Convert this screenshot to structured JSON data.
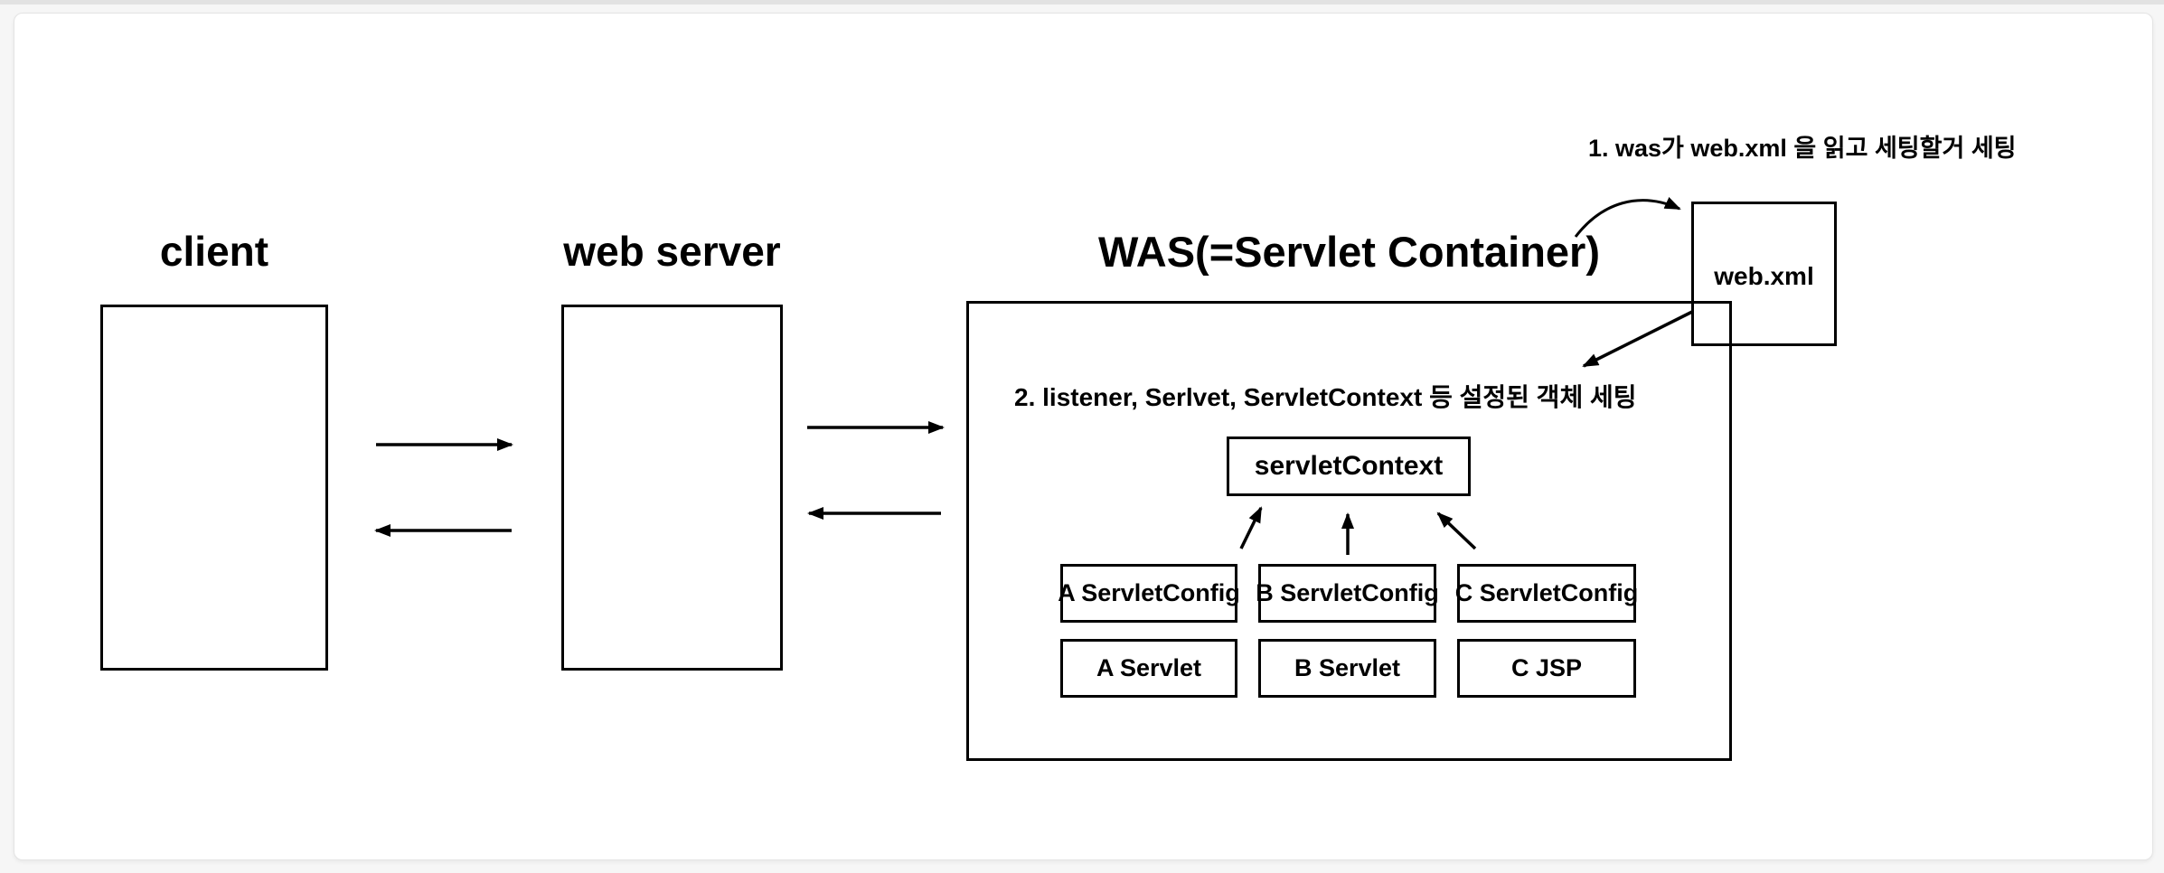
{
  "page": {
    "background_color": "#f6f6f6",
    "card_color": "#ffffff",
    "line_color": "#000000"
  },
  "nodes": {
    "client": {
      "label": "client"
    },
    "web_server": {
      "label": "web server"
    },
    "was": {
      "title": "WAS(=Servlet Container)"
    },
    "web_xml": {
      "label": "web.xml"
    },
    "servlet_context": {
      "label": "servletContext"
    }
  },
  "annotations": {
    "note1": "1. was가 web.xml 을 읽고 세팅할거 세팅",
    "note2": "2. listener, Serlvet, ServletContext 등 설정된 객체 세팅"
  },
  "was_contents": {
    "config_row": [
      {
        "label": "A ServletConfig"
      },
      {
        "label": "B ServletConfig"
      },
      {
        "label": "C ServletConfig"
      }
    ],
    "servlet_row": [
      {
        "label": "A Servlet"
      },
      {
        "label": "B Servlet"
      },
      {
        "label": "C JSP"
      }
    ]
  }
}
